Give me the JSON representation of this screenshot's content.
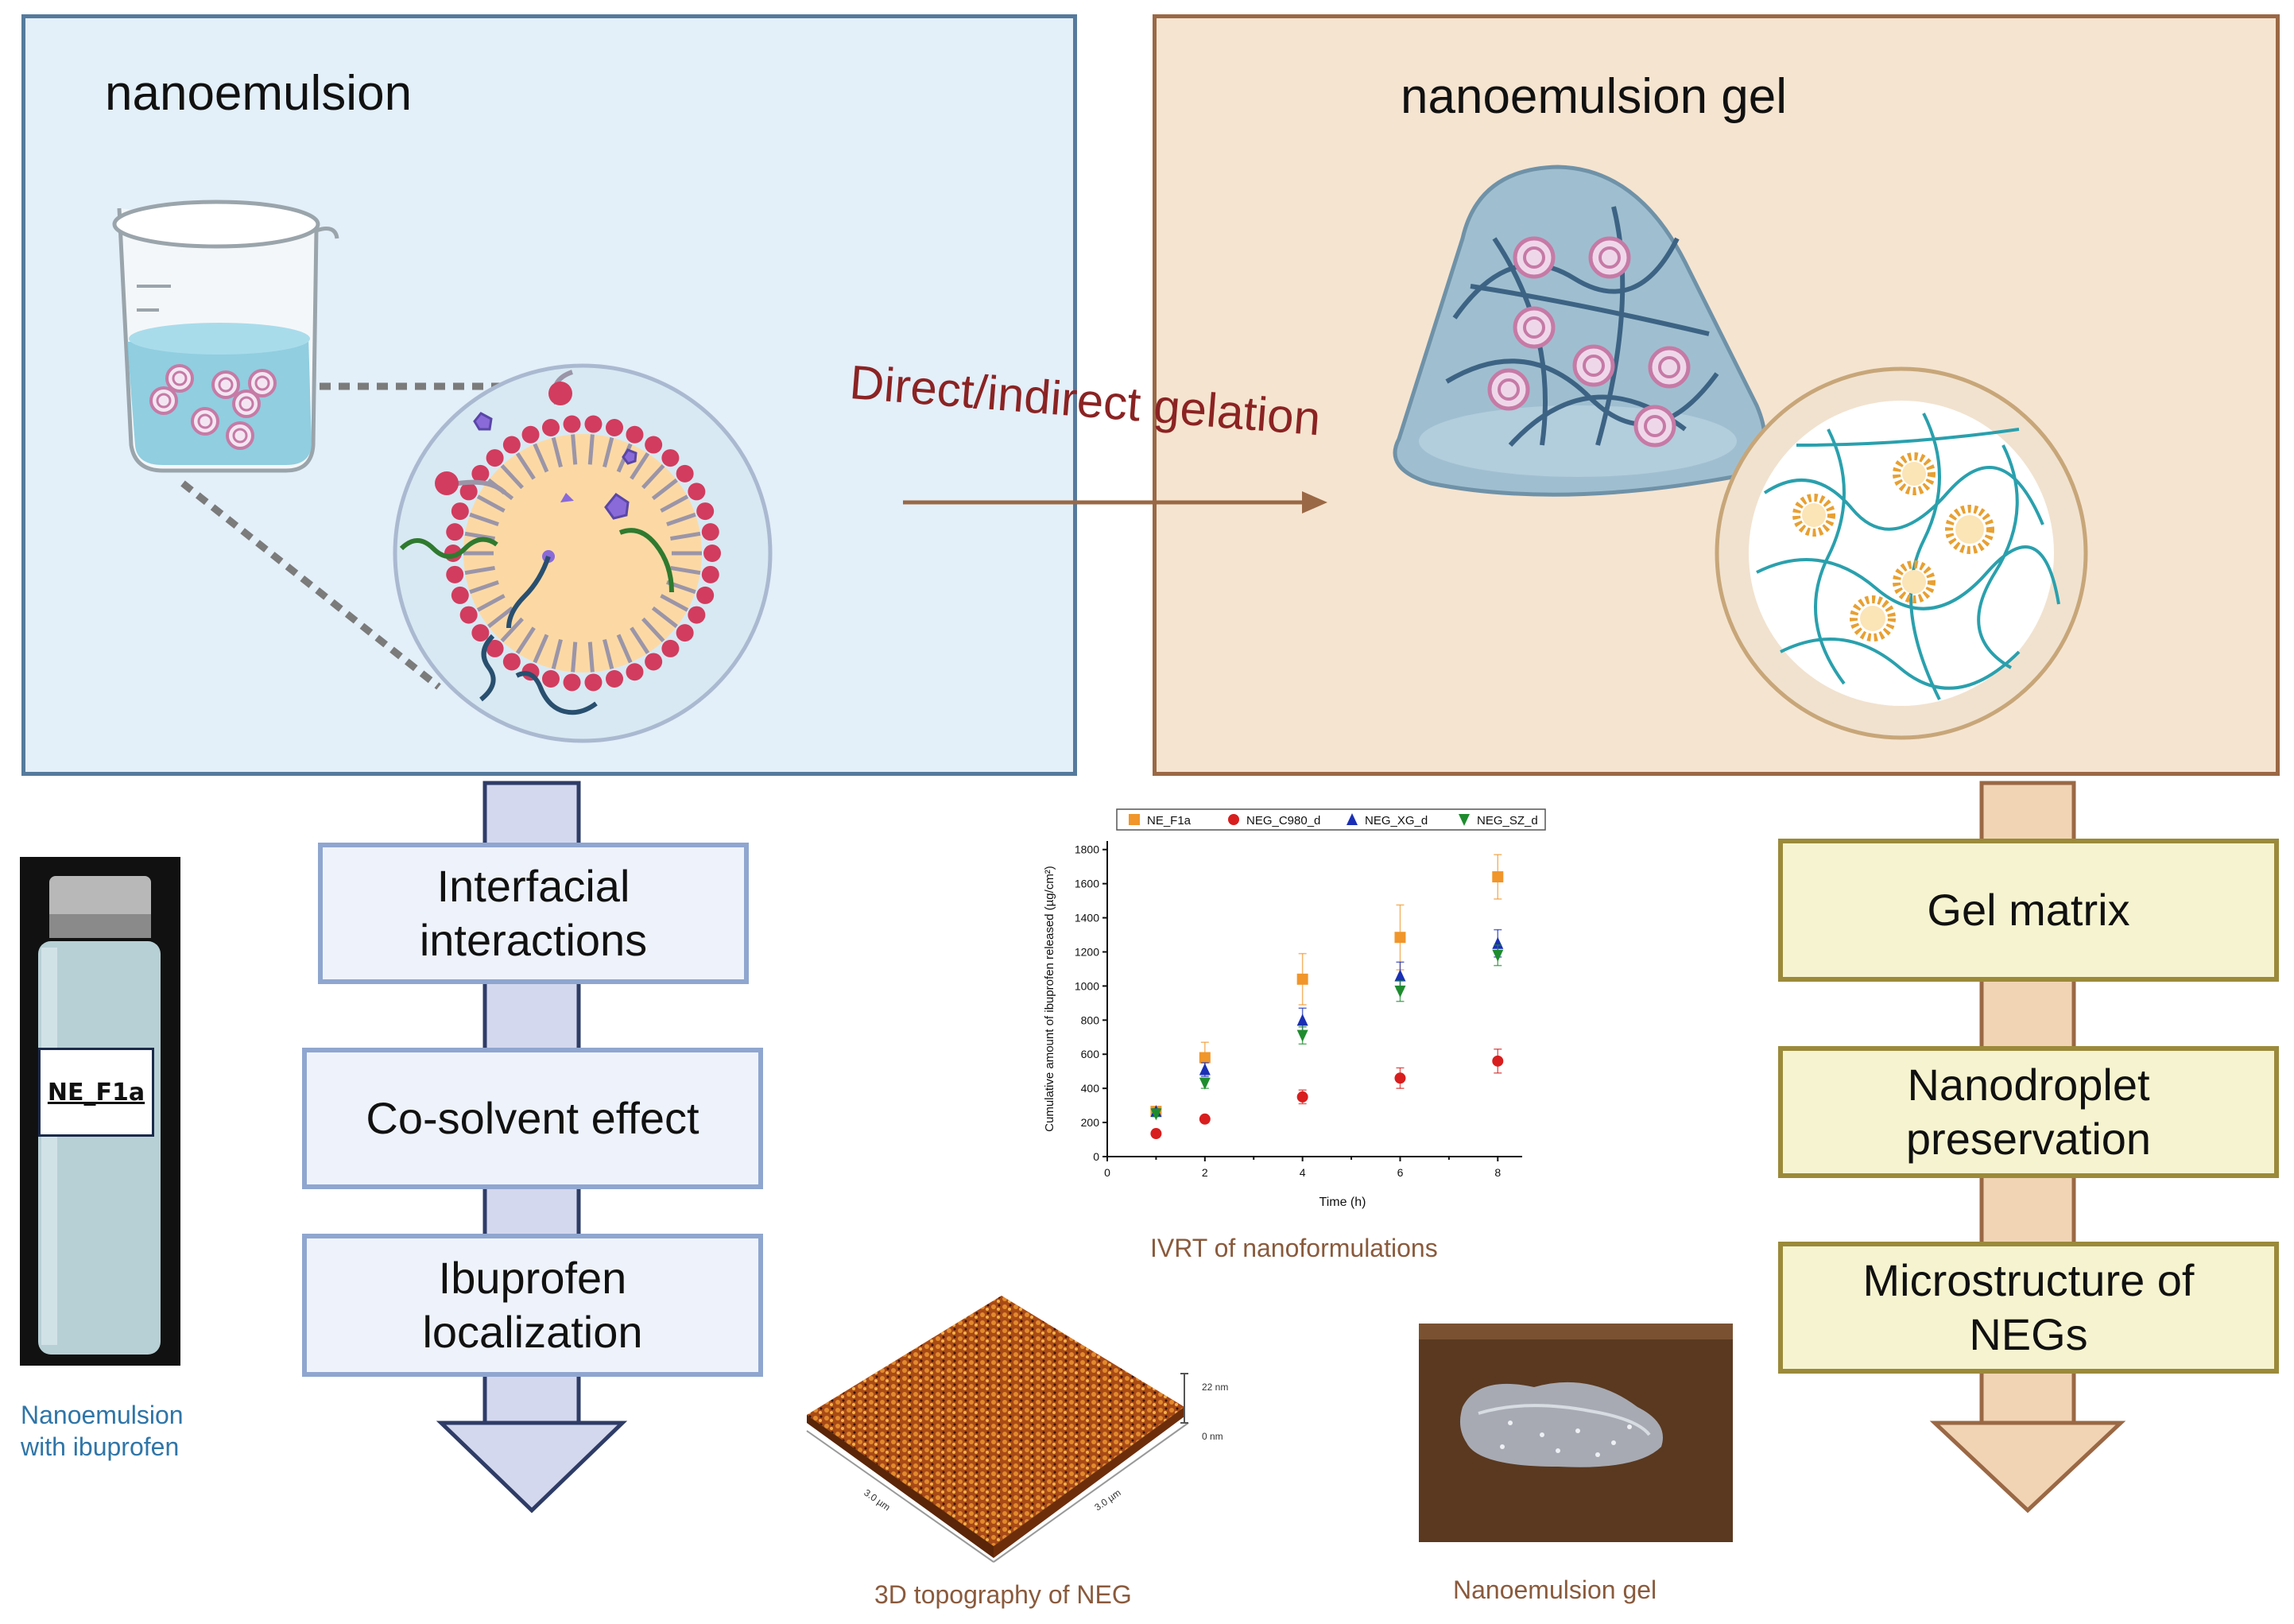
{
  "panels": {
    "left_title": "nanoemulsion",
    "right_title": "nanoemulsion gel",
    "arrow_label": "Direct/indirect gelation"
  },
  "left_steps": [
    "Interfacial\ninteractions",
    "Co-solvent effect",
    "Ibuprofen\nlocalization"
  ],
  "right_steps": [
    "Gel matrix",
    "Nanodroplet\npreservation",
    "Microstructure of\nNEGs"
  ],
  "vial": {
    "label": "NE_F1a",
    "caption": "Nanoemulsion\nwith ibuprofen"
  },
  "captions": {
    "chart": "IVRT of nanoformulations",
    "afm": "3D topography of NEG",
    "gel_photo": "Nanoemulsion gel"
  },
  "afm_labels": {
    "top": "22 nm",
    "bottom": "0 nm",
    "axis_x": "3.0 µm",
    "axis_y": "3.0 µm"
  },
  "colors": {
    "left_panel_bg": "#e3eff9",
    "left_panel_border": "#557a9c",
    "right_panel_bg": "#f5e4d0",
    "right_panel_border": "#9a6845",
    "arrow_label": "#8b2323",
    "arrow": "#9a6845",
    "lipid_head": "#d23c5e",
    "core": "#fcd9a4"
  },
  "chart_data": {
    "type": "scatter",
    "title": "",
    "xlabel": "Time (h)",
    "ylabel": "Cumulative amount of ibuprofen released (µg/cm²)",
    "xlim": [
      0,
      8.5
    ],
    "ylim": [
      0,
      1850
    ],
    "xticks": [
      0,
      2,
      4,
      6,
      8
    ],
    "yticks": [
      0,
      200,
      400,
      600,
      800,
      1000,
      1200,
      1400,
      1600,
      1800
    ],
    "legend_position": "top",
    "series": [
      {
        "name": "NE_F1a",
        "marker": "square",
        "color": "#f0962a",
        "points": [
          [
            1,
            265,
            20
          ],
          [
            2,
            580,
            90
          ],
          [
            4,
            1040,
            150
          ],
          [
            6,
            1285,
            190
          ],
          [
            8,
            1640,
            130
          ]
        ]
      },
      {
        "name": "NEG_C980_d",
        "marker": "circle",
        "color": "#d81e1e",
        "points": [
          [
            1,
            135,
            10
          ],
          [
            2,
            220,
            15
          ],
          [
            4,
            350,
            40
          ],
          [
            6,
            460,
            60
          ],
          [
            8,
            560,
            70
          ]
        ]
      },
      {
        "name": "NEG_XG_d",
        "marker": "triangle-up",
        "color": "#1a2fb5",
        "points": [
          [
            1,
            265,
            15
          ],
          [
            2,
            510,
            40
          ],
          [
            4,
            800,
            70
          ],
          [
            6,
            1060,
            80
          ],
          [
            8,
            1250,
            80
          ]
        ]
      },
      {
        "name": "NEG_SZ_d",
        "marker": "triangle-down",
        "color": "#1e8c2e",
        "points": [
          [
            1,
            250,
            15
          ],
          [
            2,
            430,
            30
          ],
          [
            4,
            710,
            50
          ],
          [
            6,
            970,
            60
          ],
          [
            8,
            1180,
            60
          ]
        ]
      }
    ]
  }
}
